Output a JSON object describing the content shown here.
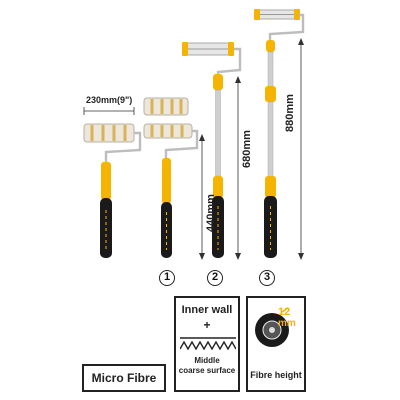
{
  "dimension_top": "230mm(9\")",
  "dim_440": "440mm",
  "dim_680": "680mm",
  "dim_880": "880mm",
  "set_numbers": [
    "1",
    "2",
    "3"
  ],
  "panels": {
    "micro_fibre": "Micro Fibre",
    "inner_wall": "Inner wall",
    "plus": "+",
    "middle_line1": "Middle",
    "middle_line2": "coarse surface",
    "fibre_value": "12",
    "fibre_unit": "mm",
    "fibre_height": "Fibre height"
  },
  "colors": {
    "handle_yellow": "#f5b400",
    "handle_black": "#1a1a1a",
    "fabric": "#e9e4d6",
    "stripe": "#d9b35a",
    "metal": "#c9c9c9"
  }
}
